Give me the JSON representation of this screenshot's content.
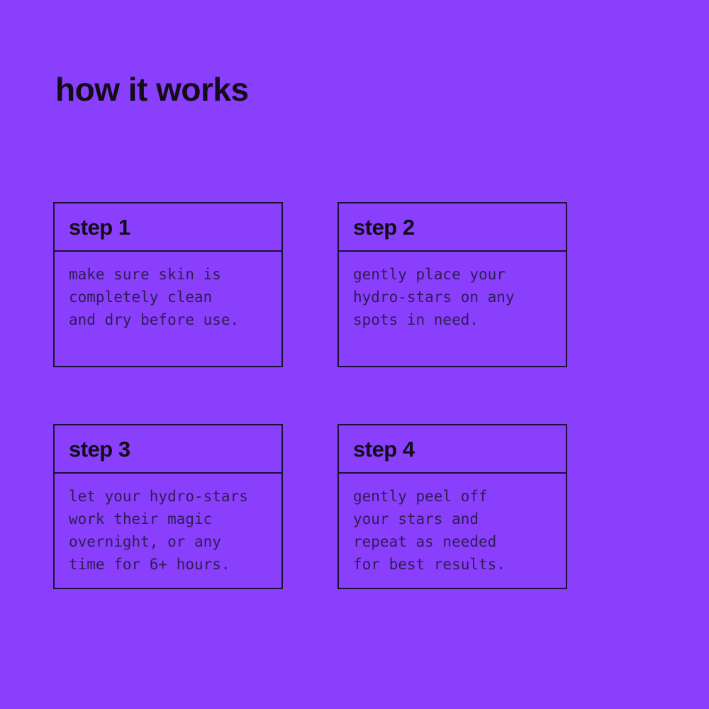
{
  "page": {
    "title": "how it works"
  },
  "colors": {
    "background": "#8a3ffc",
    "border": "#1c1038",
    "heading": "#120d18",
    "body_text": "#2f1c55"
  },
  "steps": [
    {
      "label": "step 1",
      "body": "make sure skin is\ncompletely clean\nand dry before use."
    },
    {
      "label": "step 2",
      "body": "gently place your\nhydro-stars on any\nspots in need."
    },
    {
      "label": "step 3",
      "body": "let your hydro-stars\nwork their magic\novernight, or any\ntime for 6+ hours."
    },
    {
      "label": "step 4",
      "body": "gently peel off\nyour stars and\nrepeat as needed\nfor best results."
    }
  ]
}
